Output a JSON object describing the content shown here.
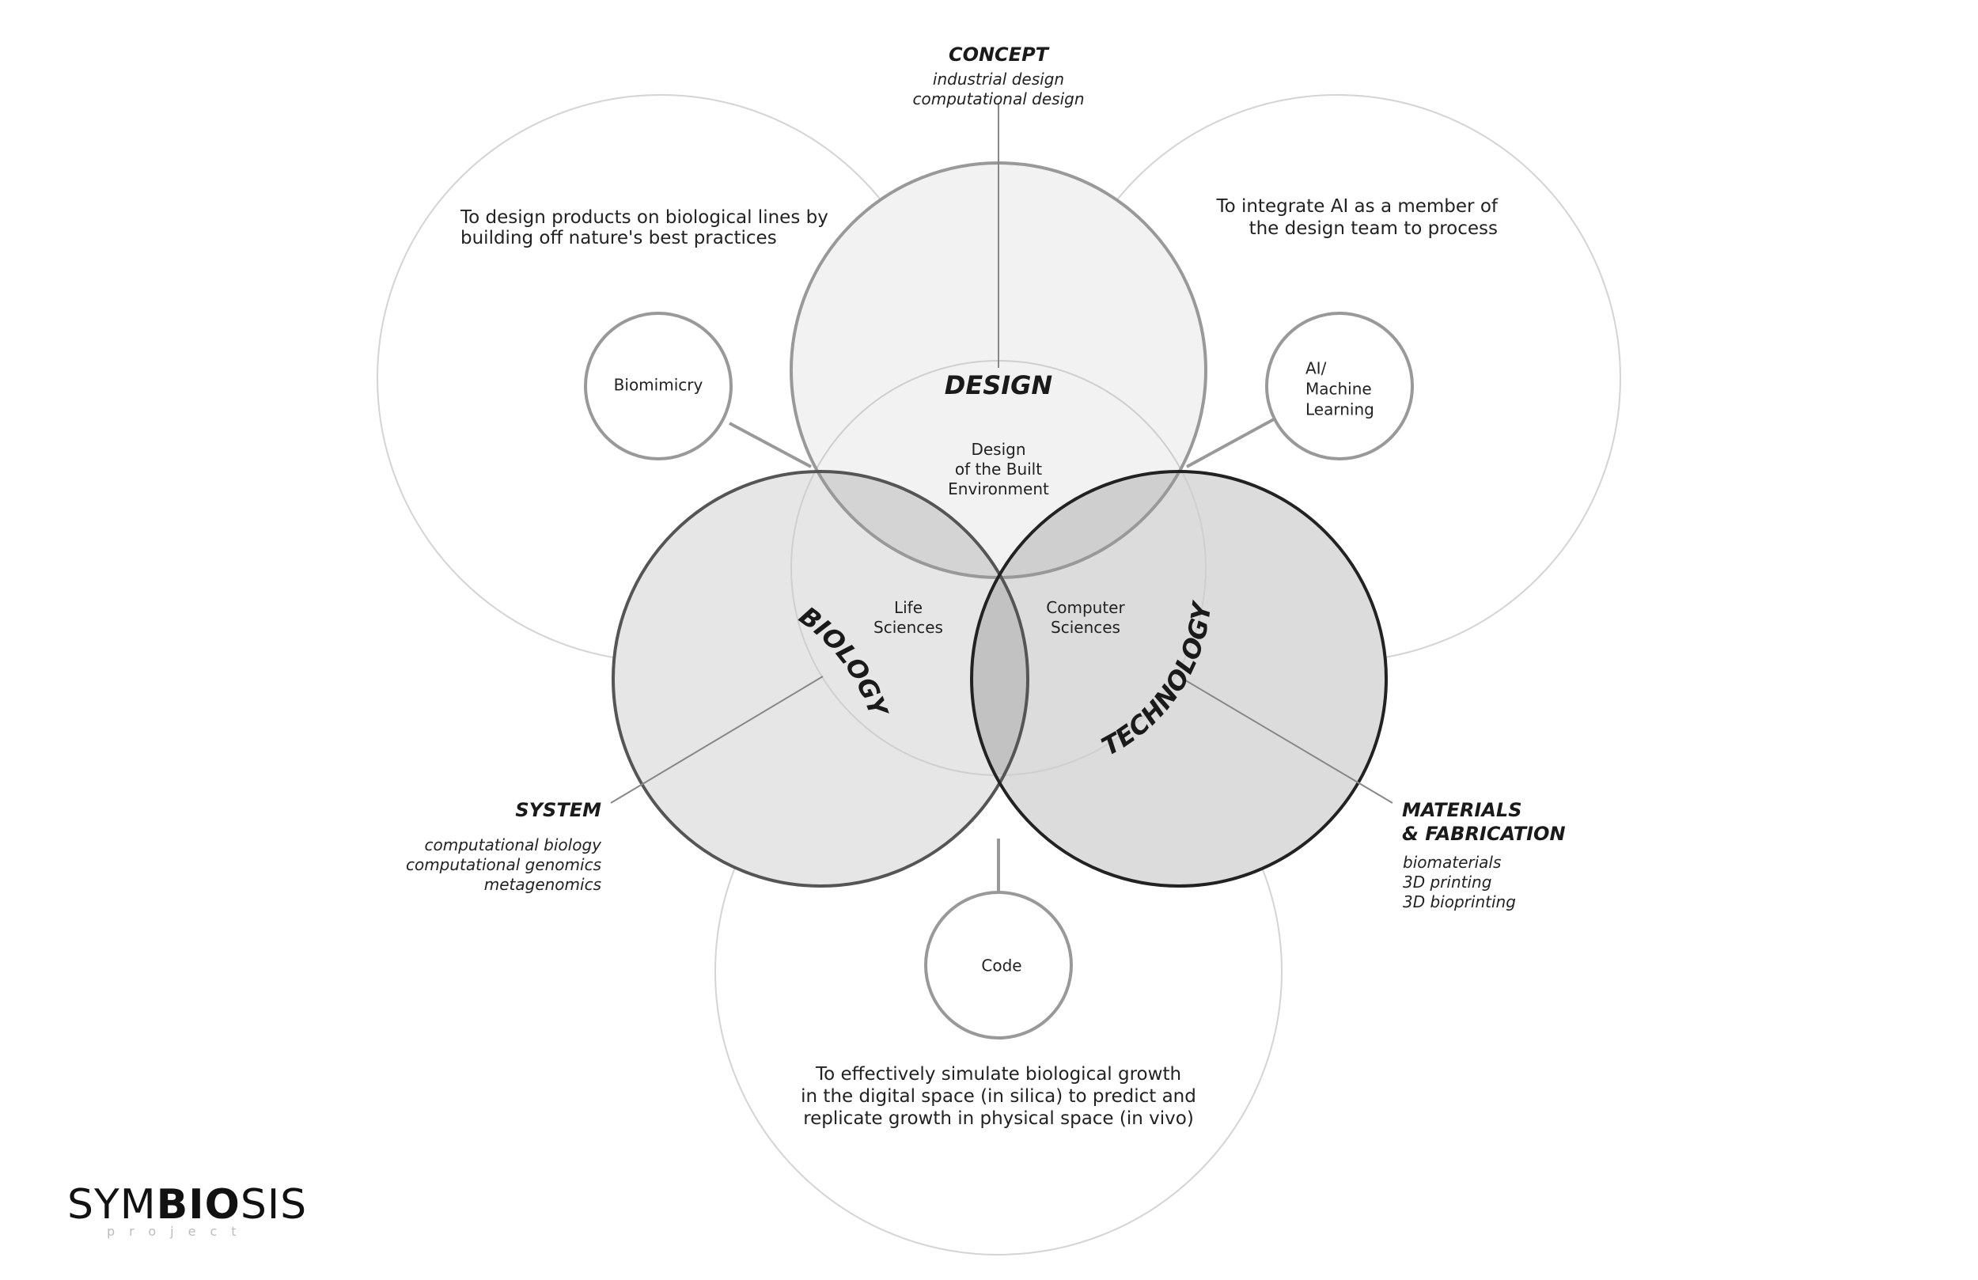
{
  "concept": {
    "title": "CONCEPT",
    "items": [
      "industrial design",
      "computational design"
    ]
  },
  "goals": {
    "biology": [
      "To design products on biological lines by",
      "building off nature's best practices"
    ],
    "technology": [
      "To integrate AI as a member of",
      "the design team to process"
    ],
    "code": [
      "To effectively simulate biological growth",
      "in the digital space (in silica) to predict and",
      "replicate growth in physical space (in vivo)"
    ]
  },
  "nodes": {
    "biomimicry": [
      "Biomimicry"
    ],
    "ai": [
      "AI/",
      "Machine",
      "Learning"
    ],
    "code": [
      "Code"
    ]
  },
  "fields": {
    "design": "DESIGN",
    "biology": "BIOLOGY",
    "technology": "TECHNOLOGY"
  },
  "overlaps": {
    "built_environment": [
      "Design",
      "of the Built",
      "Environment"
    ],
    "life_sciences": [
      "Life",
      "Sciences"
    ],
    "computer_sciences": [
      "Computer",
      "Sciences"
    ]
  },
  "system": {
    "title": "SYSTEM",
    "items": [
      "computational biology",
      "computational genomics",
      "metagenomics"
    ]
  },
  "materials": {
    "title": [
      "MATERIALS",
      "& FABRICATION"
    ],
    "items": [
      "biomaterials",
      "3D printing",
      "3D bioprinting"
    ]
  },
  "logo": {
    "parts": [
      "SYM",
      "BIO",
      "SIS"
    ],
    "sub": "project"
  },
  "colors": {
    "design_fill": "#f2f2f2",
    "biology_fill": "#e6e6e6",
    "technology_fill": "#dcdcdc",
    "outline_light": "#d4d4d4",
    "outline_mid": "#999999",
    "outline_dark": "#222222"
  }
}
